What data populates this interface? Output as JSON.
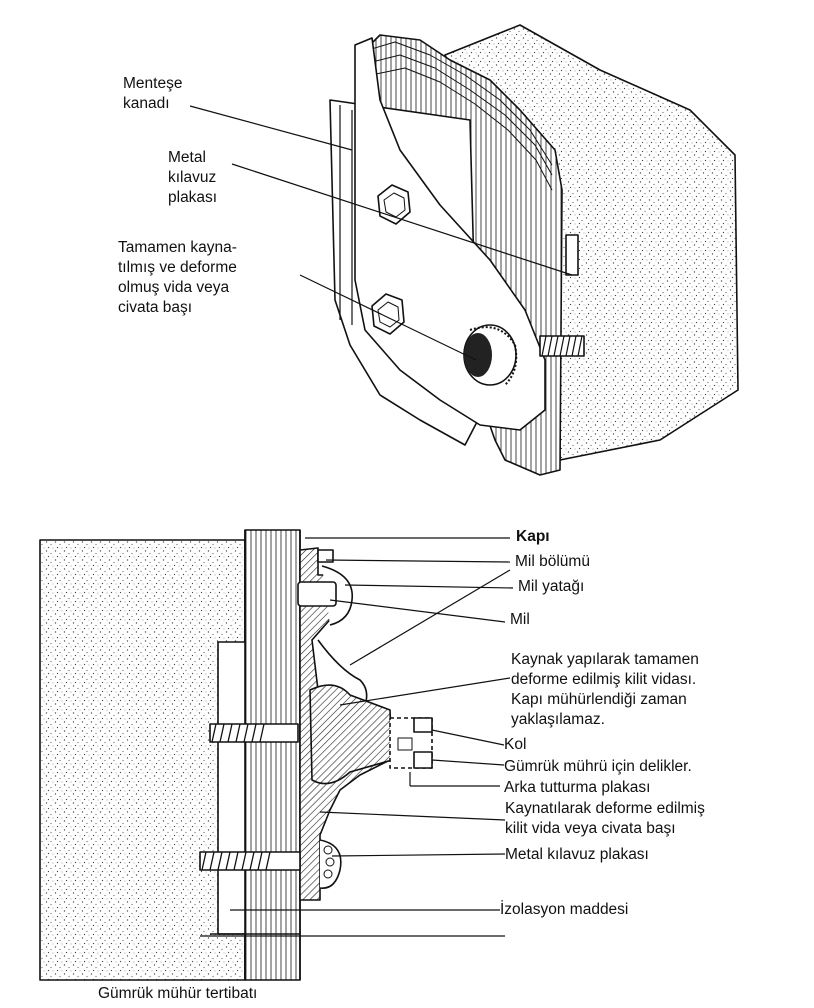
{
  "top_figure": {
    "labels": {
      "hinge_leaf": [
        "Menteşe",
        "kanadı"
      ],
      "metal_guide_plate": [
        "Metal",
        "kılavuz",
        "plakası"
      ],
      "welded_screw_head": [
        "Tamamen kayna-",
        "tılmış ve deforme",
        "olmuş vida veya",
        "civata başı"
      ]
    }
  },
  "bottom_figure": {
    "labels": {
      "door": "Kapı",
      "shaft_section": "Mil bölümü",
      "shaft_bearing": "Mil yatağı",
      "shaft": "Mil",
      "lock_screw": [
        "Kaynak yapılarak tamamen",
        "deforme edilmiş kilit vidası.",
        "Kapı mühürlendiği zaman",
        "yaklaşılamaz."
      ],
      "handle": "Kol",
      "customs_seal_holes": "Gümrük mührü için delikler.",
      "back_plate": "Arka tutturma plakası",
      "welded_head": [
        "Kaynatılarak deforme edilmiş",
        "kilit vida veya civata başı"
      ],
      "metal_guide_plate": "Metal kılavuz plakası",
      "insulation": "İzolasyon maddesi"
    },
    "caption": "Gümrük mühür tertibatı"
  },
  "colors": {
    "ink": "#111111",
    "stipple": "#555555",
    "paper": "#ffffff"
  }
}
